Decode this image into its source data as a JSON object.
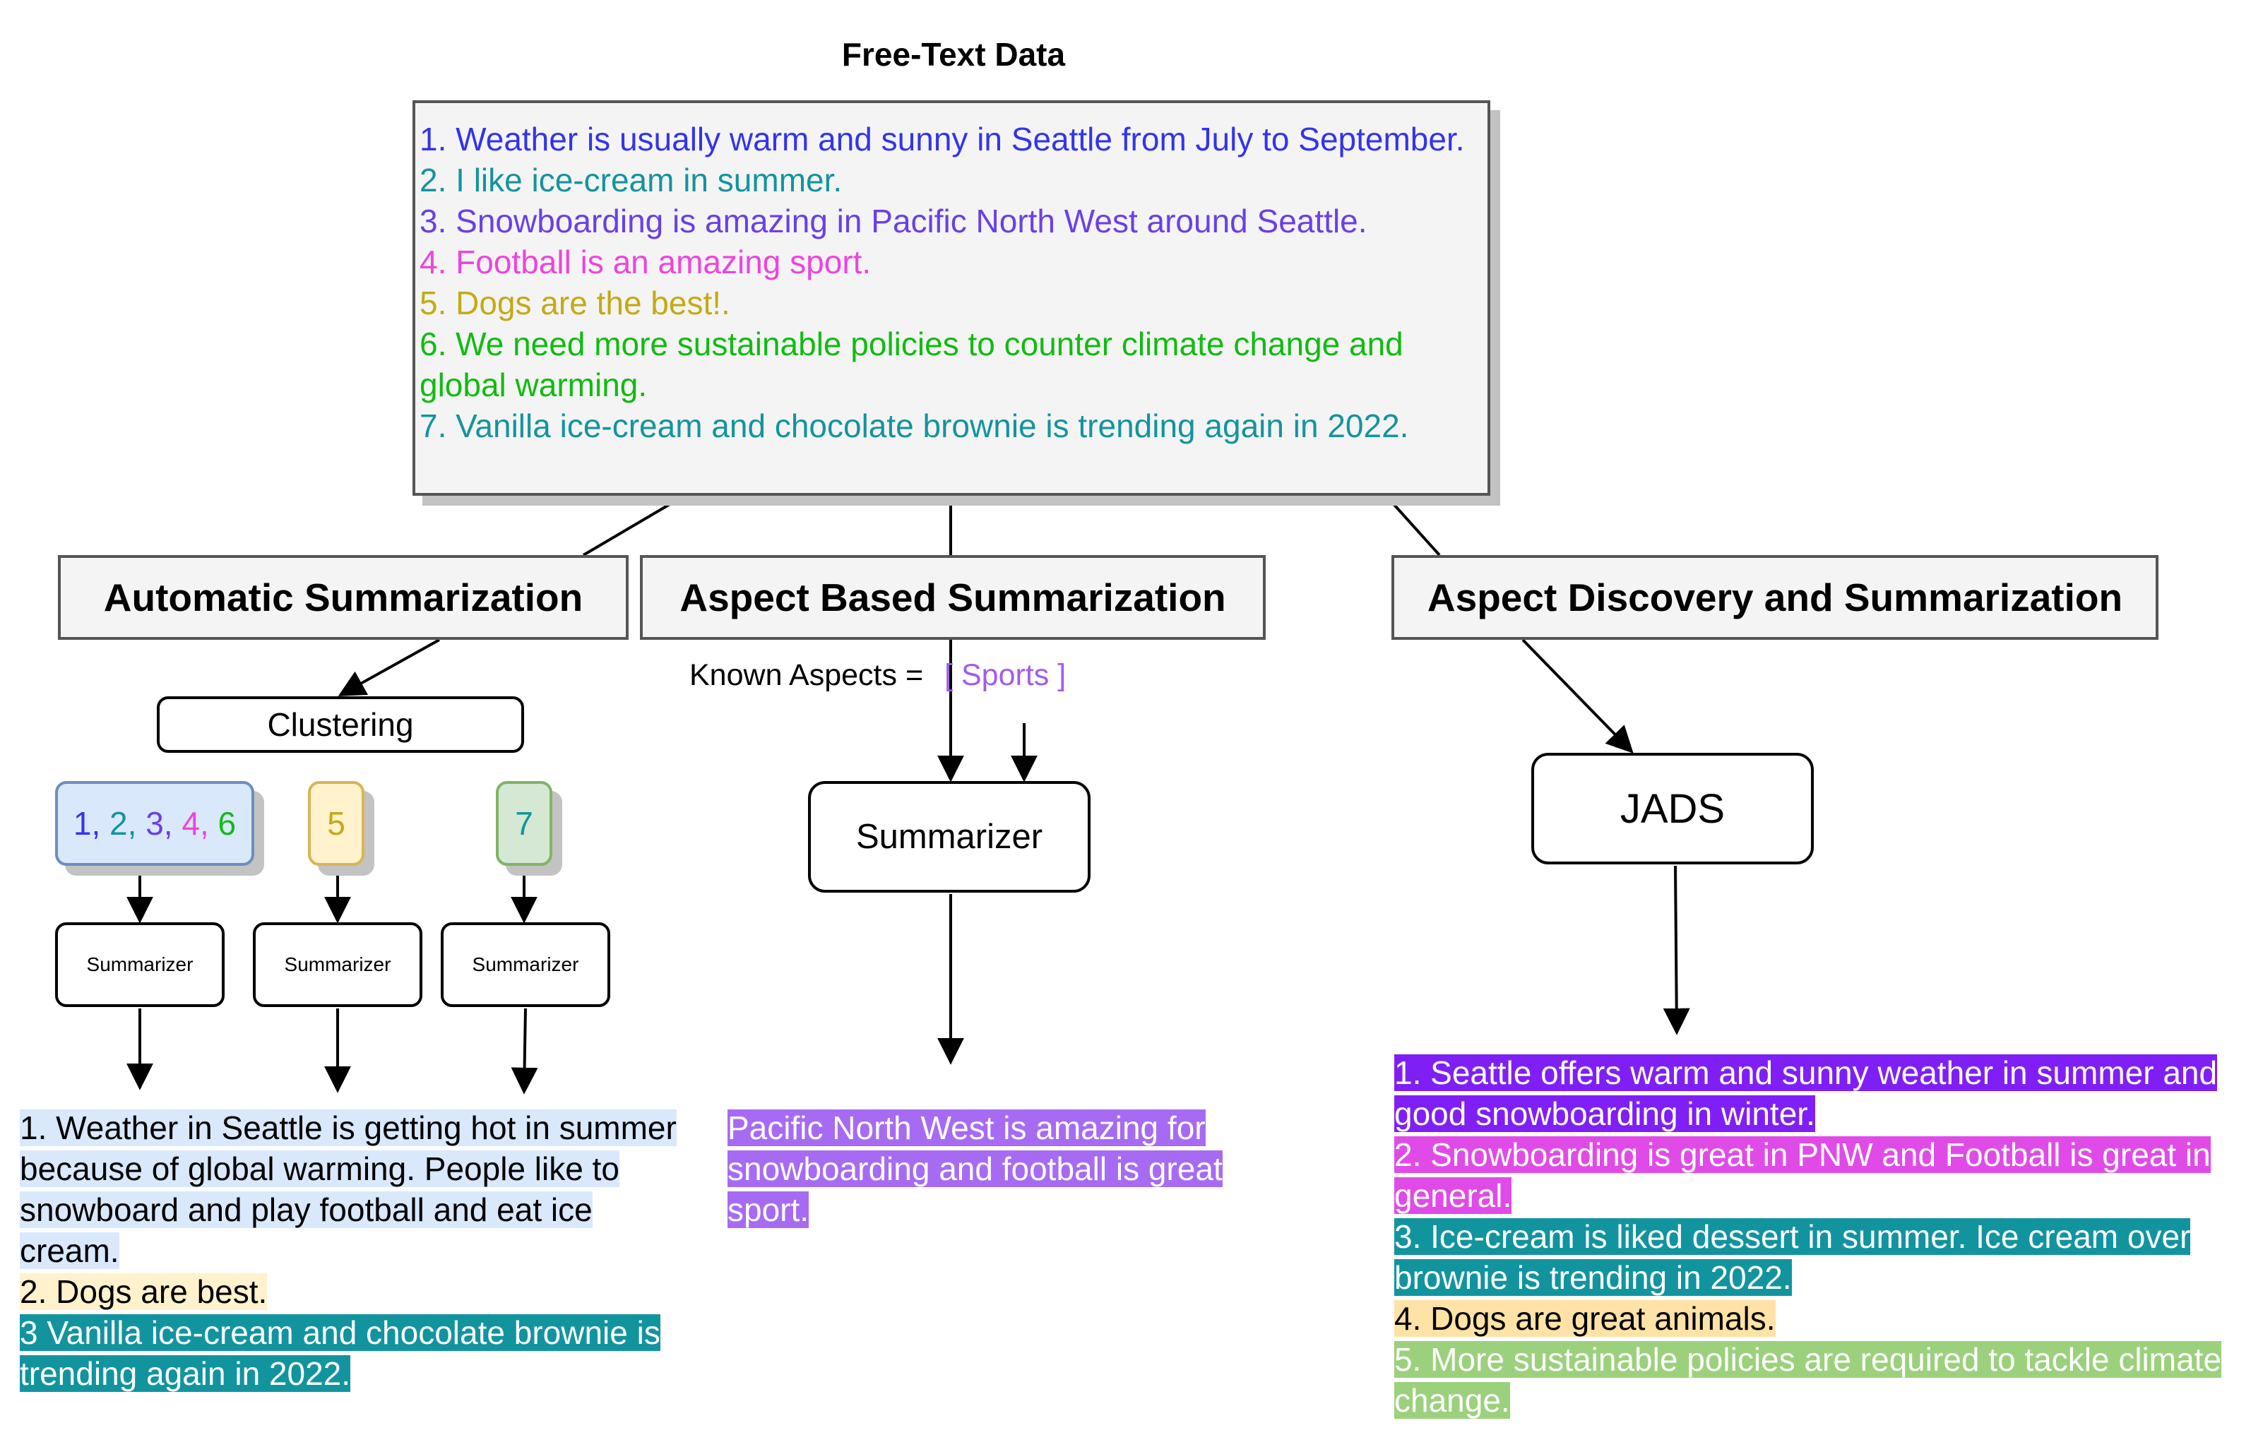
{
  "title": "Free-Text Data",
  "free_text": [
    {
      "text": "1. Weather is usually warm and sunny in Seattle from July to September.",
      "color": "#3333ee"
    },
    {
      "text": "2. I like ice-cream in summer.",
      "color": "#13949e"
    },
    {
      "text": "3. Snowboarding is amazing in Pacific North West around Seattle.",
      "color": "#6a3fe8"
    },
    {
      "text": "4. Football is an amazing sport.",
      "color": "#ee44dd"
    },
    {
      "text": "5. Dogs are the best!.",
      "color": "#c4aa15"
    },
    {
      "text": "6. We need more sustainable policies to counter climate change and global warming.",
      "color": "#11bb11"
    },
    {
      "text": "7. Vanilla ice-cream and chocolate brownie is trending again in 2022.",
      "color": "#13949e"
    }
  ],
  "methods": {
    "automatic": "Automatic Summarization",
    "aspect_based": "Aspect Based Summarization",
    "discovery": "Aspect Discovery and Summarization"
  },
  "automatic": {
    "clustering_label": "Clustering",
    "clusters": [
      {
        "parts": [
          {
            "text": "1",
            "color": "#3333ee"
          },
          {
            "text": ", ",
            "color": "#3333ee"
          },
          {
            "text": "2",
            "color": "#13949e"
          },
          {
            "text": ", ",
            "color": "#13949e"
          },
          {
            "text": "3",
            "color": "#6a3fe8"
          },
          {
            "text": ", ",
            "color": "#6a3fe8"
          },
          {
            "text": "4",
            "color": "#ee44dd"
          },
          {
            "text": ", ",
            "color": "#ee44dd"
          },
          {
            "text": "6",
            "color": "#11bb11"
          }
        ]
      },
      {
        "parts": [
          {
            "text": "5",
            "color": "#c4aa15"
          }
        ]
      },
      {
        "parts": [
          {
            "text": "7",
            "color": "#13949e"
          }
        ]
      }
    ],
    "summarizer_label": "Summarizer",
    "outputs": [
      {
        "text": "1. Weather in Seattle is getting hot in summer because of global warming. People like to snowboard and play football and eat ice cream.",
        "bg": "#dae8fc",
        "fg": "#000000"
      },
      {
        "text": "2. Dogs are best.",
        "bg": "#fff2cc",
        "fg": "#000000"
      },
      {
        "text": "3 Vanilla ice-cream and chocolate brownie is trending again in 2022.",
        "bg": "#12949f",
        "fg": "#ffffff"
      }
    ]
  },
  "aspect_based": {
    "known_aspects_label": "Known Aspects =",
    "known_aspects_value": "[ Sports ]",
    "aspect_color": "#a05cf0",
    "summarizer_label": "Summarizer",
    "output": {
      "text": "Pacific North West is amazing for snowboarding and football is great sport.",
      "bg": "#a66bf2",
      "fg": "#ffffff"
    }
  },
  "discovery": {
    "model_label": "JADS",
    "outputs": [
      {
        "text": "1. Seattle offers warm and sunny weather in summer and good snowboarding in winter.",
        "bg": "#7f1ff5",
        "fg": "#ffffff"
      },
      {
        "text": "2. Snowboarding is great in PNW and Football is great in general.",
        "bg": "#e04be8",
        "fg": "#ffffff"
      },
      {
        "text": "3. Ice-cream is liked dessert in summer. Ice cream over brownie is trending in 2022.",
        "bg": "#12949f",
        "fg": "#ffffff"
      },
      {
        "text": "4. Dogs are great animals.",
        "bg": "#ffe3a6",
        "fg": "#000000"
      },
      {
        "text": "5. More sustainable policies are required to tackle climate change.",
        "bg": "#9bd17c",
        "fg": "#ffffff"
      }
    ]
  }
}
